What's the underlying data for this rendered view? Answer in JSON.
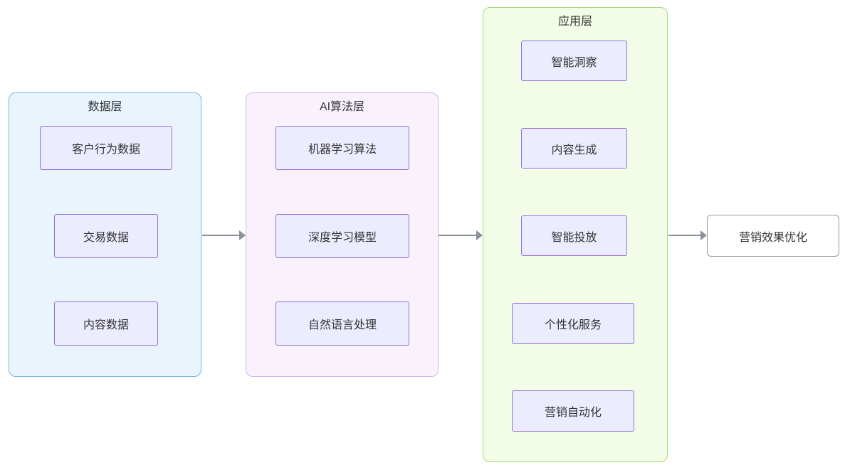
{
  "diagram": {
    "type": "flowchart",
    "direction": "left-to-right",
    "layers": [
      {
        "title": "数据层",
        "nodes": [
          {
            "label": "客户行为数据"
          },
          {
            "label": "交易数据"
          },
          {
            "label": "内容数据"
          }
        ]
      },
      {
        "title": "AI算法层",
        "nodes": [
          {
            "label": "机器学习算法"
          },
          {
            "label": "深度学习模型"
          },
          {
            "label": "自然语言处理"
          }
        ]
      },
      {
        "title": "应用层",
        "nodes": [
          {
            "label": "智能洞察"
          },
          {
            "label": "内容生成"
          },
          {
            "label": "智能投放"
          },
          {
            "label": "个性化服务"
          },
          {
            "label": "营销自动化"
          }
        ]
      }
    ],
    "result_node": {
      "label": "营销效果优化"
    },
    "connections": [
      {
        "from": "数据层",
        "to": "AI算法层"
      },
      {
        "from": "AI算法层",
        "to": "应用层"
      },
      {
        "from": "应用层",
        "to": "营销效果优化"
      }
    ],
    "colors": {
      "data_layer_fill": "#e9f4fd",
      "data_layer_border": "#77b6e6",
      "ai_layer_fill": "#f9f1fc",
      "ai_layer_border": "#d8b5e8",
      "app_layer_fill": "#f3fce7",
      "app_layer_border": "#a8d878",
      "node_fill": "#ececff",
      "node_border": "#9370db",
      "result_fill": "#ffffff",
      "result_border": "#999999",
      "arrow": "#8a9199",
      "text": "#333333"
    }
  }
}
